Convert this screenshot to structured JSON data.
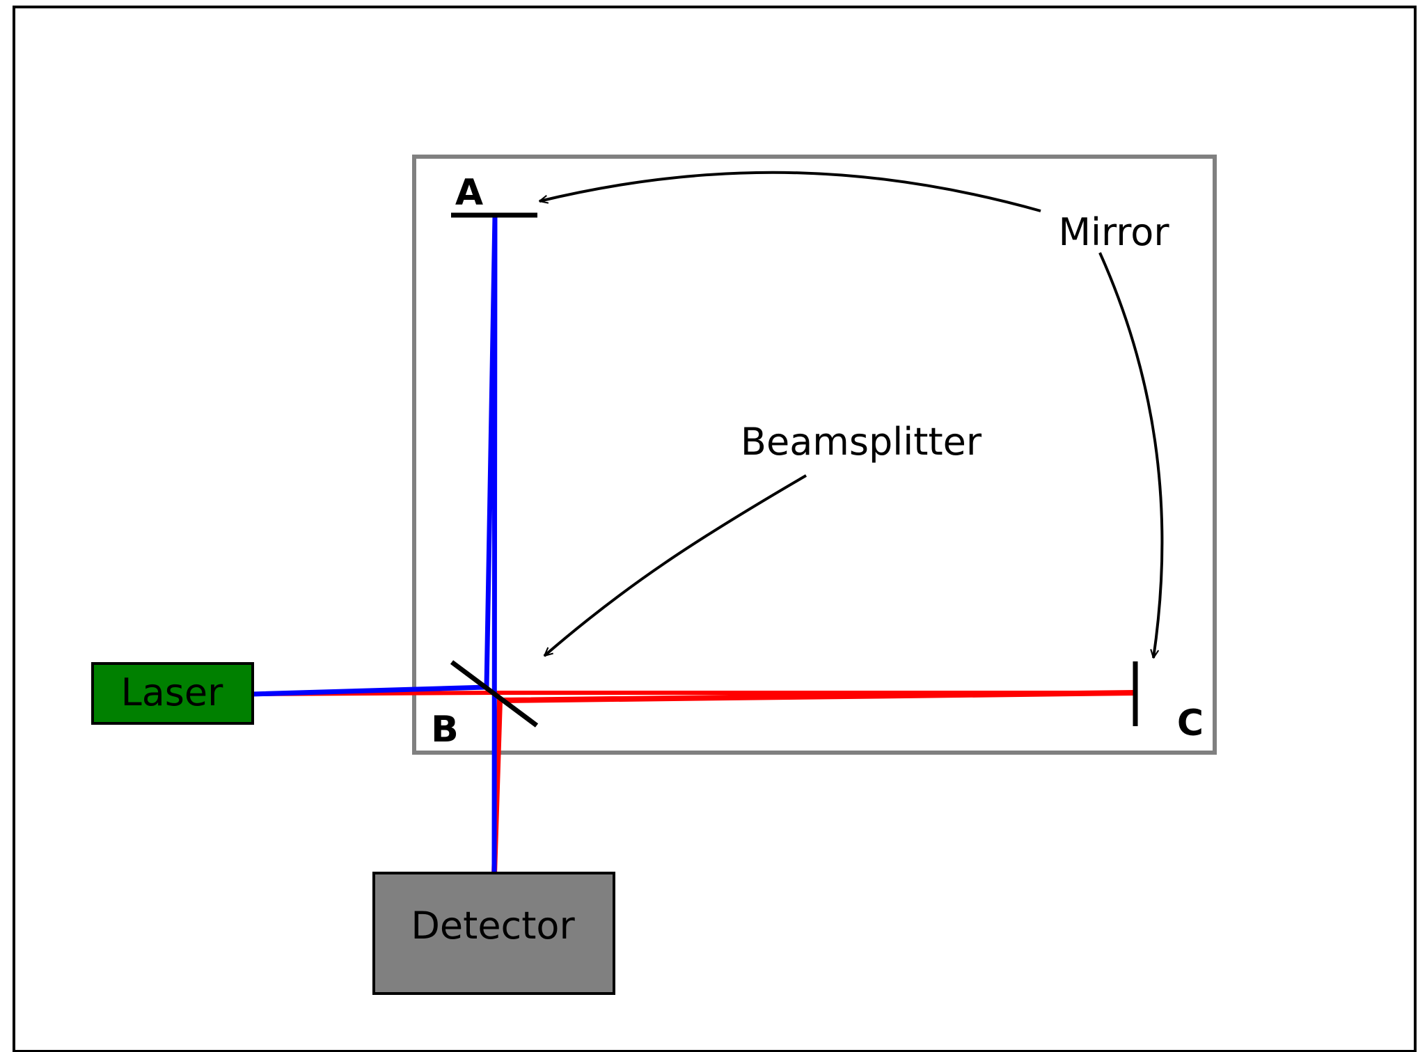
{
  "colors": {
    "background": "#ffffff",
    "outer_frame": "#000000",
    "inner_frame": "#808080",
    "beam_blue": "#0000ff",
    "beam_red": "#ff0000",
    "laser_fill": "#008000",
    "detector_fill": "#808080",
    "mirror": "#000000",
    "annotation": "#000000"
  },
  "labels": {
    "point_a": "A",
    "point_b": "B",
    "point_c": "C",
    "mirror_annotation": "Mirror",
    "beamsplitter_annotation": "Beamsplitter",
    "laser": "Laser",
    "detector": "Detector"
  }
}
